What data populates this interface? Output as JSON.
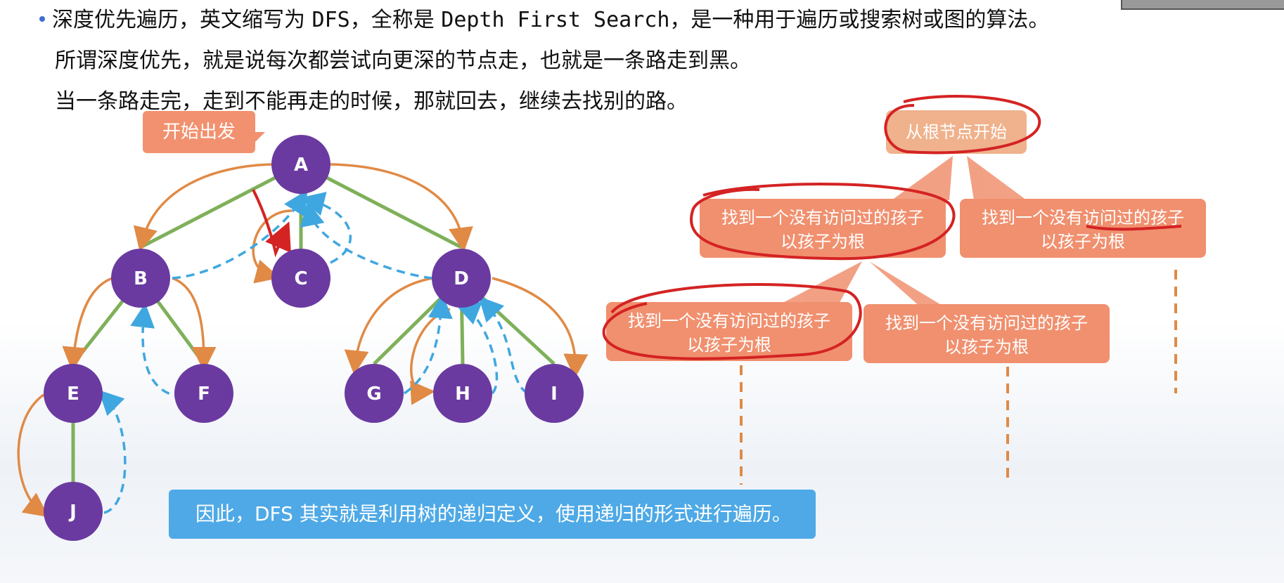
{
  "intro": {
    "line1_prefix": "深度优先遍历，英文缩写为 ",
    "line1_abbr": "DFS",
    "line1_mid": "，全称是 ",
    "line1_full": "Depth First Search",
    "line1_suffix": "，是一种用于遍历或搜索树或图的算法。",
    "line2": "所谓深度优先，就是说每次都尝试向更深的节点走，也就是一条路走到黑。",
    "line3": "当一条路走完，走到不能再走的时候，那就回去，继续去找别的路。"
  },
  "start_label": "开始出发",
  "graph": {
    "nodes": [
      "A",
      "B",
      "C",
      "D",
      "E",
      "F",
      "G",
      "H",
      "I",
      "J"
    ],
    "colors": {
      "node": "#6a3aa0",
      "tree_edge": "#7fb05a",
      "forward": "#e08a45",
      "backtrack": "#3fa7e0"
    }
  },
  "recursion_tree": {
    "root": "从根节点开始",
    "child_line1": "找到一个没有访问过的孩子",
    "child_line2": "以孩子为根",
    "colors": {
      "root_box": "#efb28c",
      "child_box": "#f0906f",
      "annotation": "#d42323"
    }
  },
  "conclusion": "因此，DFS 其实就是利用树的递归定义，使用递归的形式进行遍历。"
}
